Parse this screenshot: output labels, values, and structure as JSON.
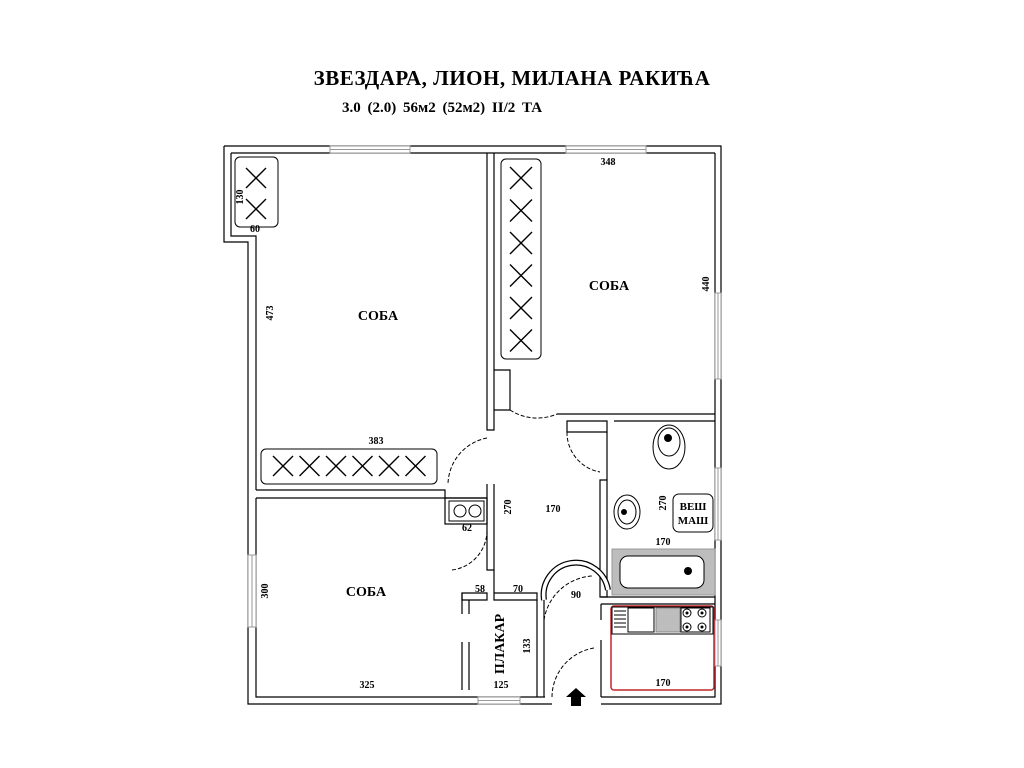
{
  "title": "ЗВЕЗДАРА, ЛИОН, МИЛАНА РАКИЋА",
  "subtitle": "3.0 (2.0)  56м2 (52м2)  II/2  ТА",
  "rooms": {
    "room_top_left": "СОБА",
    "room_top_right": "СОБА",
    "room_bottom_left": "СОБА",
    "wardrobe": "ПЛАКАР",
    "washer": [
      "ВЕШ",
      "МАШ"
    ]
  },
  "dimensions": {
    "d130": "130",
    "d60": "60",
    "d473": "473",
    "d383": "383",
    "d348": "348",
    "d440": "440",
    "d270a": "270",
    "d170a": "170",
    "d270b": "270",
    "d170b": "170",
    "d62": "62",
    "d300": "300",
    "d58": "58",
    "d70": "70",
    "d90": "90",
    "d133": "133",
    "d325": "325",
    "d125": "125",
    "d170c": "170"
  },
  "colors": {
    "wall": "#000000",
    "window": "#9a9a9a",
    "kitchen_counter": "#c0262c",
    "tub": "#bdbdbd"
  }
}
